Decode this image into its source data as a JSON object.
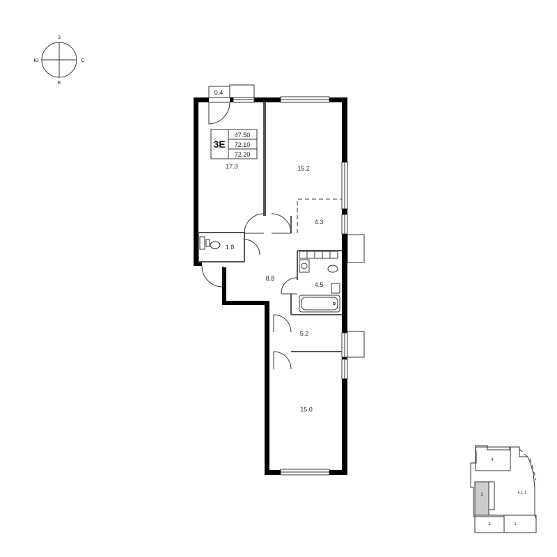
{
  "compass": {
    "north": "З",
    "west": "Ю",
    "east": "С",
    "south": "В"
  },
  "apartment": {
    "code": "3Е",
    "areas": [
      "47.50",
      "72.10",
      "72.20"
    ]
  },
  "rooms": [
    {
      "id": "balcony",
      "label": "0.4"
    },
    {
      "id": "living-room",
      "label": "17.3"
    },
    {
      "id": "bedroom-1",
      "label": "15.2"
    },
    {
      "id": "wardrobe",
      "label": "4.3"
    },
    {
      "id": "wc",
      "label": "1.8"
    },
    {
      "id": "hall",
      "label": "8.8"
    },
    {
      "id": "bathroom",
      "label": "4.5"
    },
    {
      "id": "storage",
      "label": "5.2"
    },
    {
      "id": "bedroom-2",
      "label": "15.0"
    }
  ],
  "key_plan": {
    "building": "к.1.1",
    "sections": [
      "4",
      "3",
      "2",
      "1"
    ],
    "highlight": "3",
    "highlight_color": "#cccccc"
  }
}
